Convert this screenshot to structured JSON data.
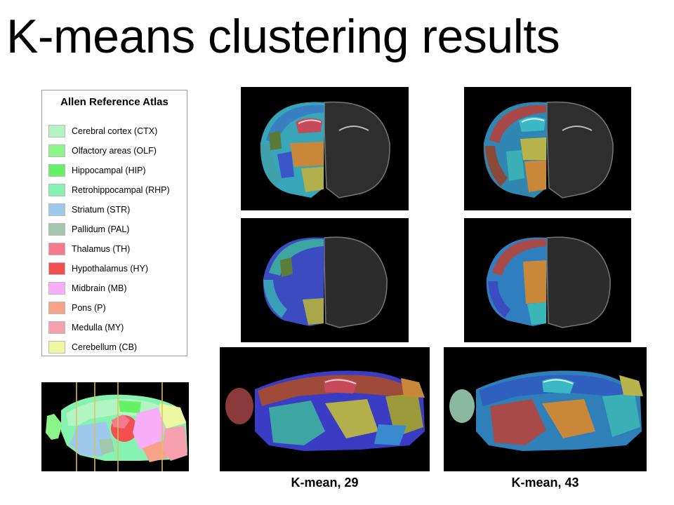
{
  "slide": {
    "title": "K-means clustering results"
  },
  "legend": {
    "title": "Allen Reference Atlas",
    "items": [
      {
        "label": "Cerebral cortex (CTX)",
        "color": "#b3f5c2"
      },
      {
        "label": "Olfactory areas (OLF)",
        "color": "#8cf587"
      },
      {
        "label": "Hippocampal (HIP)",
        "color": "#66f266"
      },
      {
        "label": "Retrohippocampal (RHP)",
        "color": "#85f2b0"
      },
      {
        "label": "Striatum (STR)",
        "color": "#9fc9ec"
      },
      {
        "label": "Pallidum (PAL)",
        "color": "#a3c6ae"
      },
      {
        "label": "Thalamus (TH)",
        "color": "#f57a8e"
      },
      {
        "label": "Hypothalamus (HY)",
        "color": "#f25050"
      },
      {
        "label": "Midbrain (MB)",
        "color": "#f7adf7"
      },
      {
        "label": "Pons (P)",
        "color": "#f7a38a"
      },
      {
        "label": "Medulla (MY)",
        "color": "#f7a0b0"
      },
      {
        "label": "Cerebellum (CB)",
        "color": "#eef7a1"
      }
    ]
  },
  "captions": {
    "left": "K-mean, 29",
    "right": "K-mean, 43"
  }
}
